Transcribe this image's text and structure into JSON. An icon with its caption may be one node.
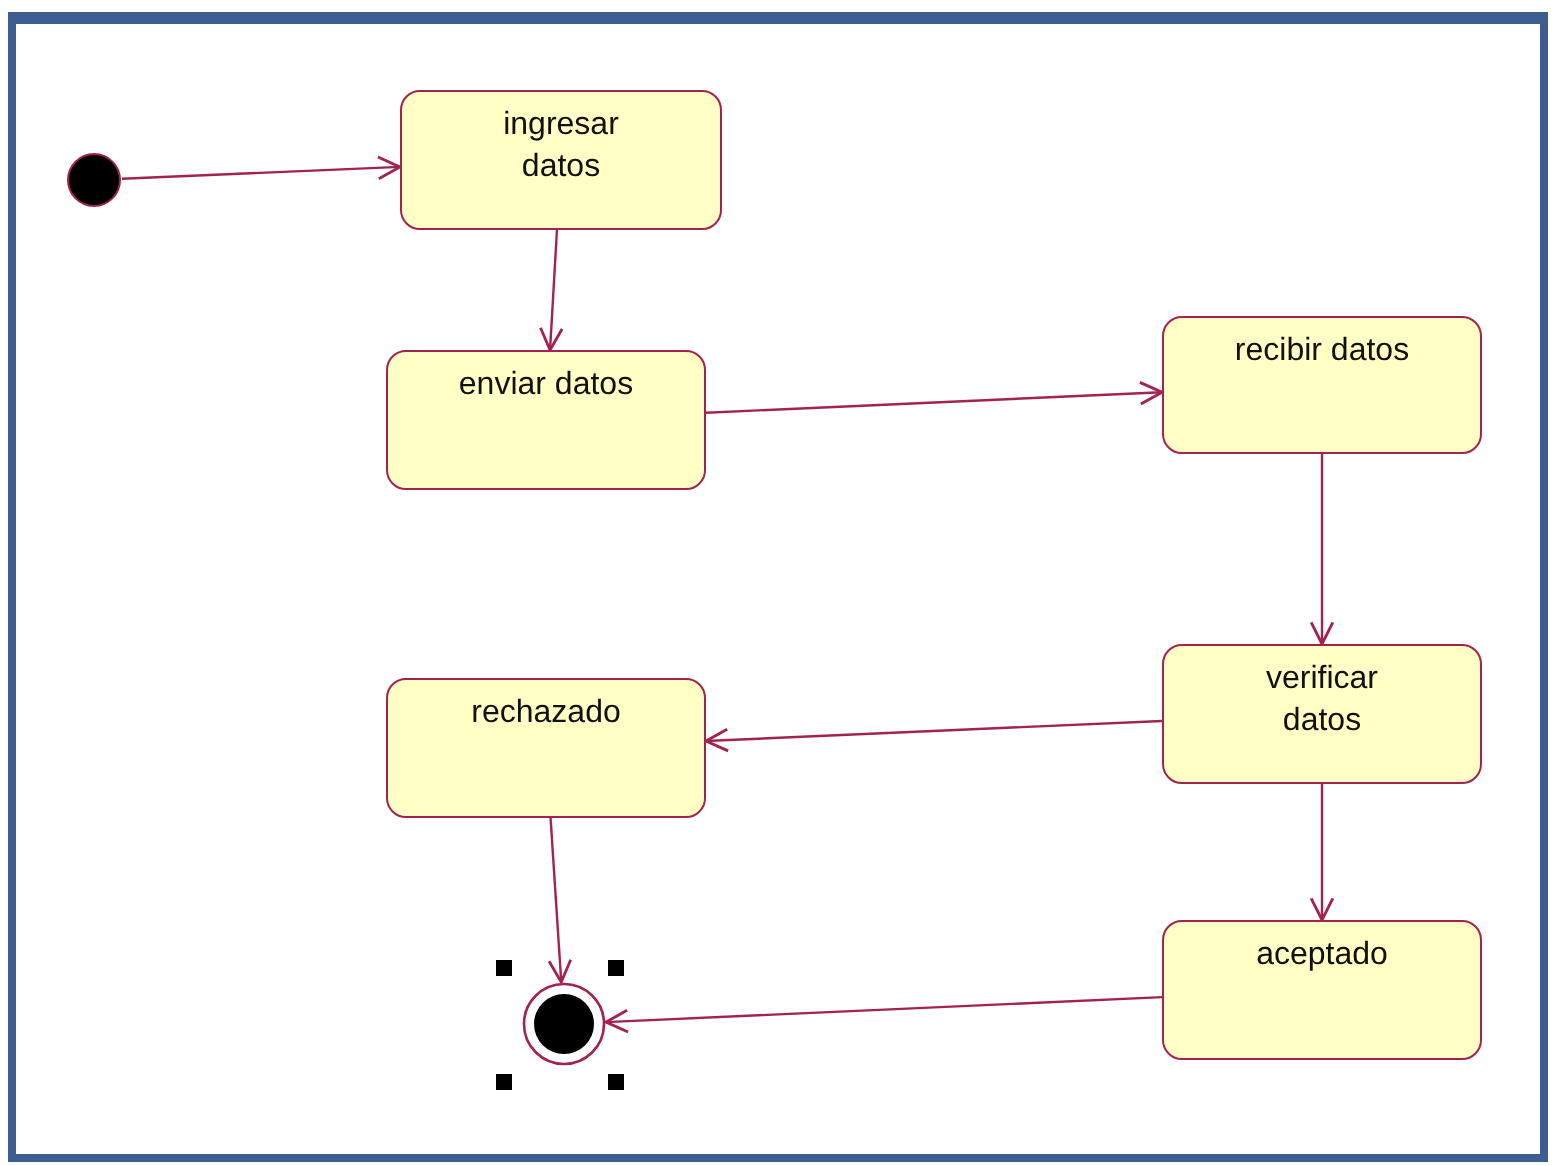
{
  "diagram": {
    "nodes": [
      {
        "text": [],
        "shape": "circle"
      },
      {
        "text": [
          "ingresar datos"
        ]
      },
      {
        "text": [
          "enviar datos"
        ]
      },
      {
        "text": [
          "recibir datos"
        ]
      },
      {
        "text": [
          "verificar datos"
        ]
      },
      {
        "text": [
          "rechazado"
        ]
      },
      {
        "text": [
          "aceptado"
        ]
      },
      {
        "text": [],
        "shape": "bullseye"
      }
    ],
    "edges": [
      {
        "from": 0,
        "to": 1,
        "arrow": "to"
      },
      {
        "from": 1,
        "to": 2,
        "arrow": "to"
      },
      {
        "from": 2,
        "to": 3,
        "arrow": "to"
      },
      {
        "from": 3,
        "to": 4,
        "arrow": "to"
      },
      {
        "from": 4,
        "to": 5,
        "arrow": "to"
      },
      {
        "from": 4,
        "to": 6,
        "arrow": "to"
      },
      {
        "from": 5,
        "to": 7,
        "arrow": "to"
      },
      {
        "from": 6,
        "to": 7,
        "arrow": "to"
      }
    ]
  }
}
